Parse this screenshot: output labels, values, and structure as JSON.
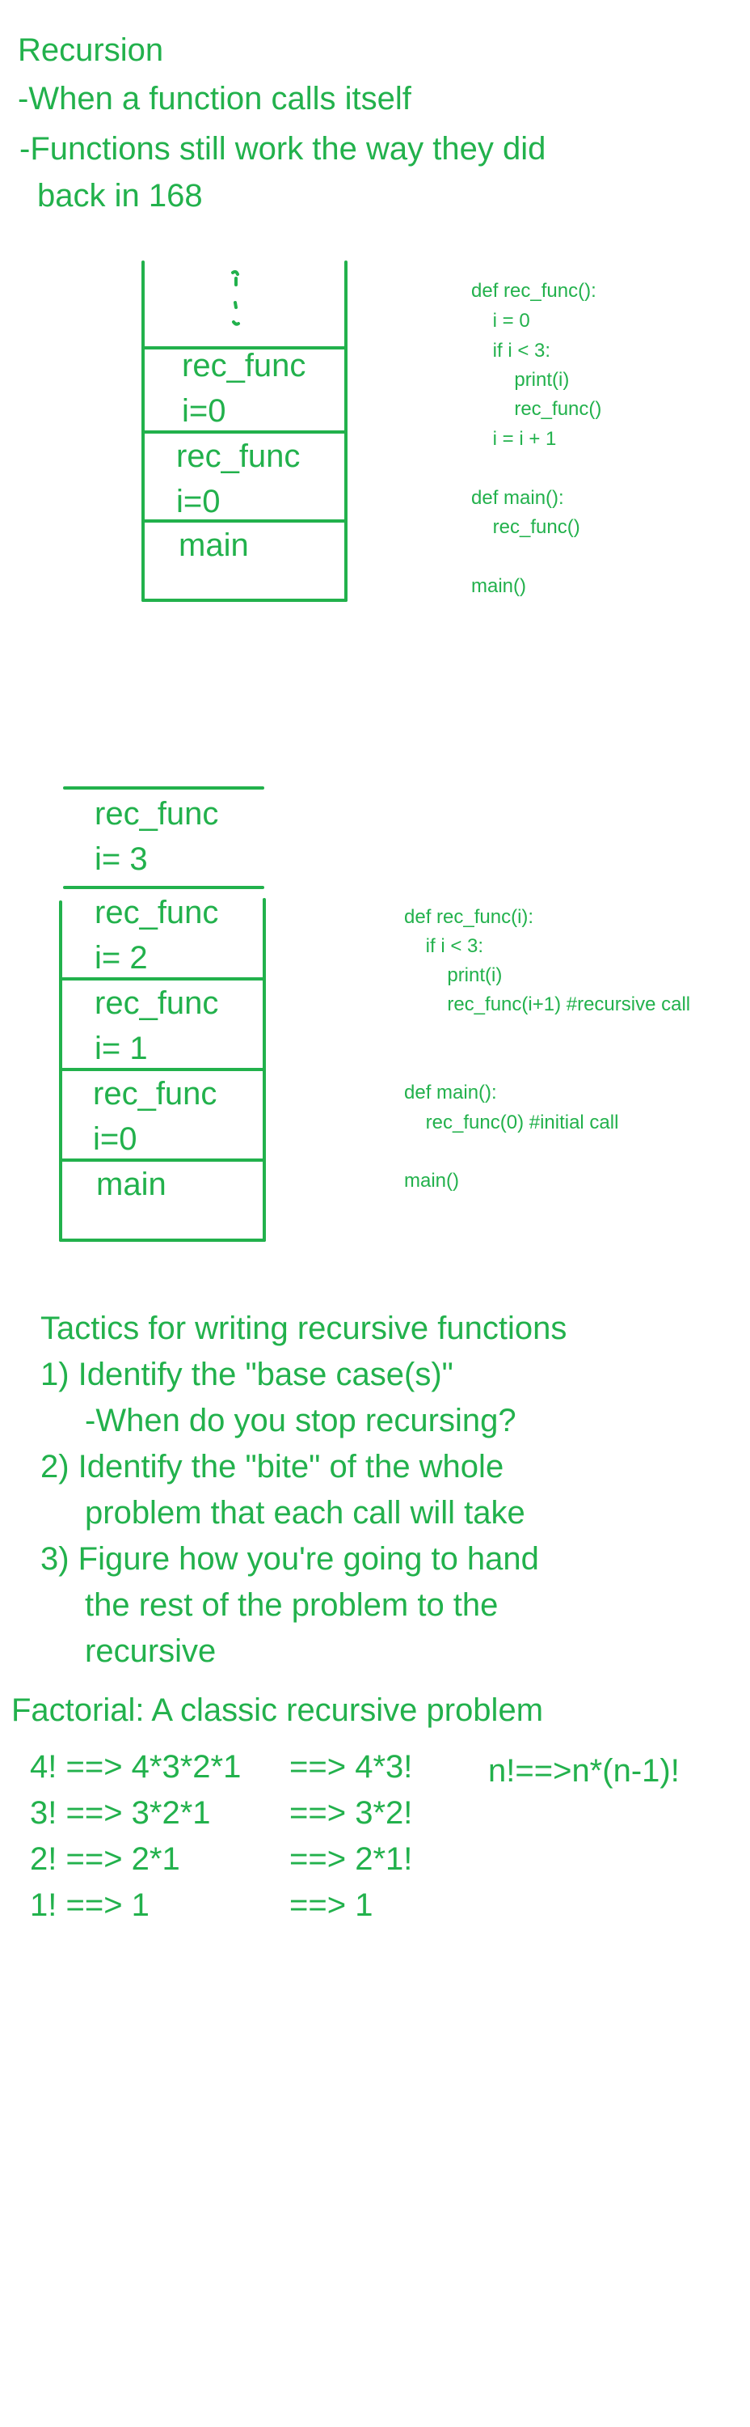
{
  "notes": {
    "title": "Recursion",
    "line1": "-When a function calls itself",
    "line2": "-Functions still work the way they did",
    "line3": "back in 168"
  },
  "stack1": {
    "frames": [
      {
        "name": "rec_func",
        "var": "i=0"
      },
      {
        "name": "rec_func",
        "var": "i=0"
      },
      {
        "name": "main",
        "var": ""
      }
    ]
  },
  "code1": {
    "lines": [
      "def rec_func():",
      "    i = 0",
      "    if i < 3:",
      "        print(i)",
      "        rec_func()",
      "    i = i + 1",
      "",
      "def main():",
      "    rec_func()",
      "",
      "main()"
    ]
  },
  "stack2": {
    "frames": [
      {
        "name": "rec_func",
        "var": "i= 3"
      },
      {
        "name": "rec_func",
        "var": "i= 2"
      },
      {
        "name": "rec_func",
        "var": "i= 1"
      },
      {
        "name": "rec_func",
        "var": "i=0"
      },
      {
        "name": "main",
        "var": ""
      }
    ]
  },
  "code2": {
    "lines": [
      "def rec_func(i):",
      "    if i < 3:",
      "        print(i)",
      "        rec_func(i+1) #recursive call",
      "",
      "",
      "def main():",
      "    rec_func(0) #initial call",
      "",
      "main()"
    ]
  },
  "tactics": {
    "heading": "Tactics for writing recursive functions",
    "item1": "1) Identify the \"base case(s)\"",
    "item1_sub": "-When do you stop recursing?",
    "item2": "2) Identify the \"bite\" of the whole",
    "item2_cont": "problem that each call will take",
    "item3": "3) Figure how you're going to hand",
    "item3_cont1": "the rest of the problem to the",
    "item3_cont2": "recursive"
  },
  "factorial": {
    "heading": "Factorial: A classic recursive problem",
    "left": [
      "4! ==> 4*3*2*1",
      "3! ==> 3*2*1",
      "2! ==> 2*1",
      "1! ==> 1"
    ],
    "right": [
      "==> 4*3!",
      "==> 3*2!",
      "==> 2*1!",
      "==> 1"
    ],
    "formula": "n!==>n*(n-1)!"
  },
  "colors": {
    "ink": "#22b14c"
  }
}
